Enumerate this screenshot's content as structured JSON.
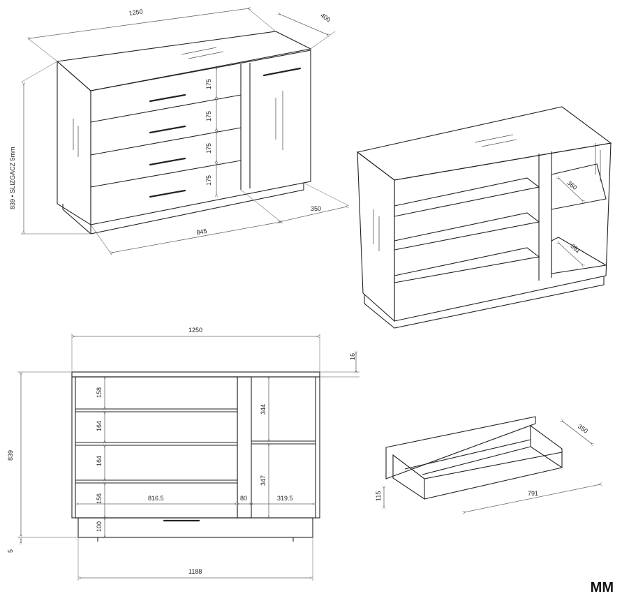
{
  "iso_closed": {
    "width": "1250",
    "depth": "400",
    "height": "839 • SLIZGACZ 5mm",
    "drawer1": "175",
    "drawer2": "175",
    "drawer3": "175",
    "drawer4": "175",
    "inner_width": "845",
    "inner_depth": "350"
  },
  "iso_open": {
    "shelf_depth_top": "360",
    "shelf_depth_bottom": "361"
  },
  "front": {
    "width": "1250",
    "top_thickness": "16",
    "height": "839",
    "c1": "158",
    "c2": "164",
    "c3": "164",
    "c4": "156",
    "plinth": "100",
    "glide": "5",
    "right_top": "344",
    "right_bottom": "347",
    "left_width": "816.5",
    "divider": "80",
    "right_width": "319.5",
    "base_width": "1188"
  },
  "drawer": {
    "depth": "350",
    "height": "115",
    "length": "791"
  },
  "units": "MM"
}
